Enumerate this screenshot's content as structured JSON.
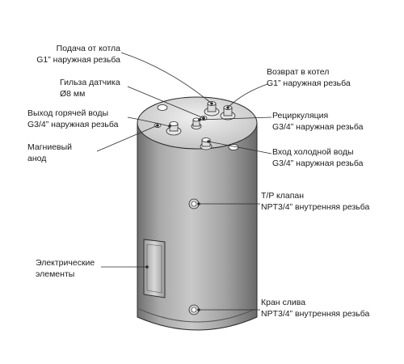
{
  "labels": {
    "supply_from_boiler": {
      "line1": "Подача от котла",
      "line2": "G1” наружная резьба"
    },
    "sensor_sleeve": {
      "line1": "Гильза датчика",
      "line2": "Ø8 мм"
    },
    "hot_water_outlet": {
      "line1": "Выход горячей воды",
      "line2": "G3/4” наружная резьба"
    },
    "magnesium_anode": {
      "line1": "Магниевый",
      "line2": "анод"
    },
    "electric_elements": {
      "line1": "Электрические",
      "line2": "элементы"
    },
    "return_to_boiler": {
      "line1": "Возврат в котел",
      "line2": "G1” наружная резьба"
    },
    "recirculation": {
      "line1": "Рециркуляция",
      "line2": "G3/4” наружная резьба"
    },
    "cold_water_inlet": {
      "line1": "Вход холодной воды",
      "line2": "G3/4” наружная резьба"
    },
    "tp_valve": {
      "line1": "T/P клапан",
      "line2": "NPT3/4” внутренняя резьба"
    },
    "drain_valve": {
      "line1": "Кран слива",
      "line2": "NPT3/4” внутренняя резьба"
    }
  },
  "colors": {
    "tank_body": "#8c8c8c",
    "tank_top": "#cfcfcf",
    "outline": "#2a2a2a",
    "fitting": "#ffffff"
  }
}
